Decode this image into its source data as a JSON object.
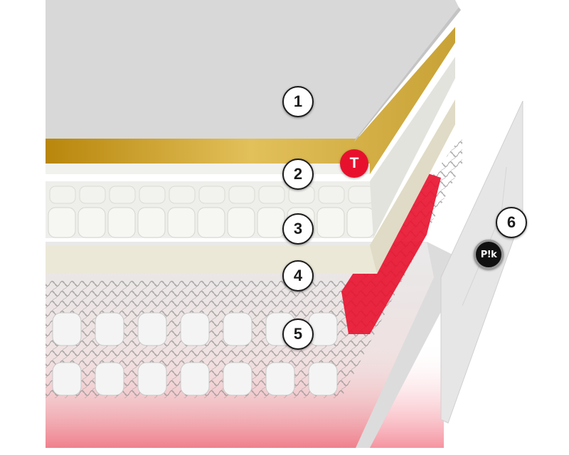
{
  "diagram": {
    "callouts": [
      {
        "id": "layer-1",
        "label": "1"
      },
      {
        "id": "layer-2",
        "label": "2"
      },
      {
        "id": "layer-3",
        "label": "3"
      },
      {
        "id": "layer-4",
        "label": "4"
      },
      {
        "id": "layer-5",
        "label": "5"
      },
      {
        "id": "layer-6",
        "label": "6"
      }
    ],
    "badges": {
      "topper_mark": "T",
      "brand_mark": "P!k"
    },
    "colors": {
      "top_sheet": "#d8d8d8",
      "gel_layer": "#c99a2c",
      "foam_layer": "#eeeeea",
      "latex_layer": "#ece8d8",
      "accent_red": "#e8112d",
      "wire": "#8a8a8a"
    }
  }
}
